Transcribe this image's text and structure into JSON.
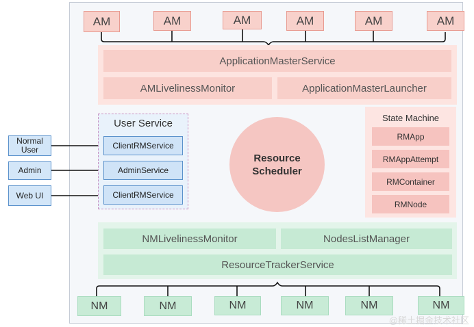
{
  "am_nodes": [
    "AM",
    "AM",
    "AM",
    "AM",
    "AM",
    "AM"
  ],
  "nm_nodes": [
    "NM",
    "NM",
    "NM",
    "NM",
    "NM",
    "NM"
  ],
  "top_services": {
    "application_master_service": "ApplicationMasterService",
    "am_liveliness_monitor": "AMLivelinessMonitor",
    "application_master_launcher": "ApplicationMasterLauncher"
  },
  "bottom_services": {
    "nm_liveliness_monitor": "NMLivelinessMonitor",
    "nodes_list_manager": "NodesListManager",
    "resource_tracker_service": "ResourceTrackerService"
  },
  "user_service": {
    "title": "User Service",
    "items": [
      "ClientRMService",
      "AdminService",
      "ClientRMService"
    ]
  },
  "clients": [
    {
      "line1": "Normal",
      "line2": "User"
    },
    {
      "line1": "Admin",
      "line2": ""
    },
    {
      "line1": "Web UI",
      "line2": ""
    }
  ],
  "scheduler": {
    "line1": "Resource",
    "line2": "Scheduler"
  },
  "state_machine": {
    "title": "State Machine",
    "items": [
      "RMApp",
      "RMAppAttempt",
      "RMContainer",
      "RMNode"
    ]
  },
  "watermark": "@稀土掘金技术社区",
  "colors": {
    "am_fill": "#f8d1cb",
    "nm_fill": "#c8ebd6",
    "client_fill": "#cfe3f7",
    "scheduler_fill": "#f5c6c2"
  }
}
